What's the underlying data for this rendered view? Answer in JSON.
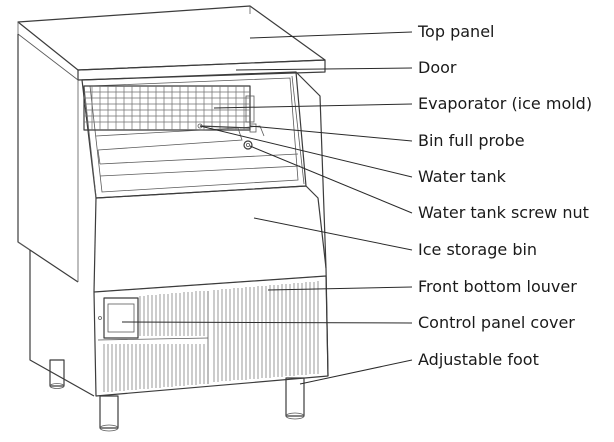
{
  "labels": [
    {
      "id": "top-panel",
      "text": "Top panel"
    },
    {
      "id": "door",
      "text": "Door"
    },
    {
      "id": "evaporator",
      "text": "Evaporator (ice mold)"
    },
    {
      "id": "bin-full-probe",
      "text": "Bin full probe"
    },
    {
      "id": "water-tank",
      "text": "Water tank"
    },
    {
      "id": "water-tank-screw-nut",
      "text": "Water tank screw nut"
    },
    {
      "id": "ice-storage-bin",
      "text": "Ice storage bin"
    },
    {
      "id": "front-bottom-louver",
      "text": "Front bottom louver"
    },
    {
      "id": "control-panel-cover",
      "text": "Control panel cover"
    },
    {
      "id": "adjustable-foot",
      "text": "Adjustable foot"
    }
  ],
  "colors": {
    "line": "#3c3c3c",
    "text": "#1a1a1a",
    "background": "#ffffff"
  }
}
